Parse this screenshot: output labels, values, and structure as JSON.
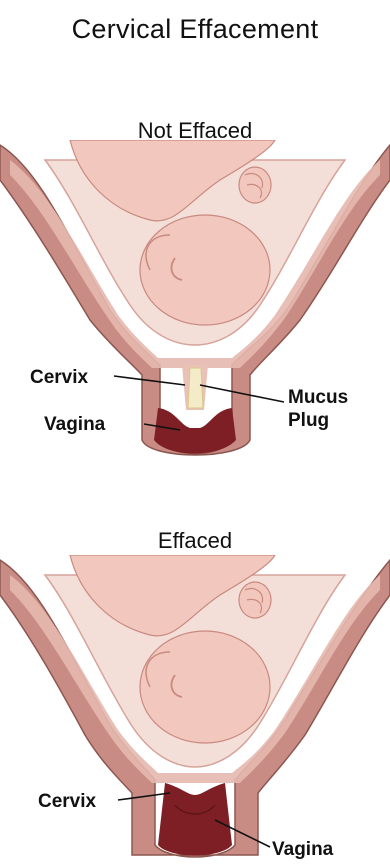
{
  "title": "Cervical Effacement",
  "panels": [
    {
      "heading": "Not Effaced",
      "labels": {
        "cervix": "Cervix",
        "vagina": "Vagina",
        "mucus_plug_1": "Mucus",
        "mucus_plug_2": "Plug"
      }
    },
    {
      "heading": "Effaced",
      "labels": {
        "cervix": "Cervix",
        "vagina": "Vagina"
      }
    }
  ],
  "colors": {
    "uterine_wall": "#c98c85",
    "wall_light": "#e6b8ae",
    "membrane": "#f3ded8",
    "fetus_skin": "#f2c7bd",
    "fetus_shadow": "#e2a89c",
    "vagina": "#7d1f24",
    "mucus_plug": "#f4ecc8"
  }
}
